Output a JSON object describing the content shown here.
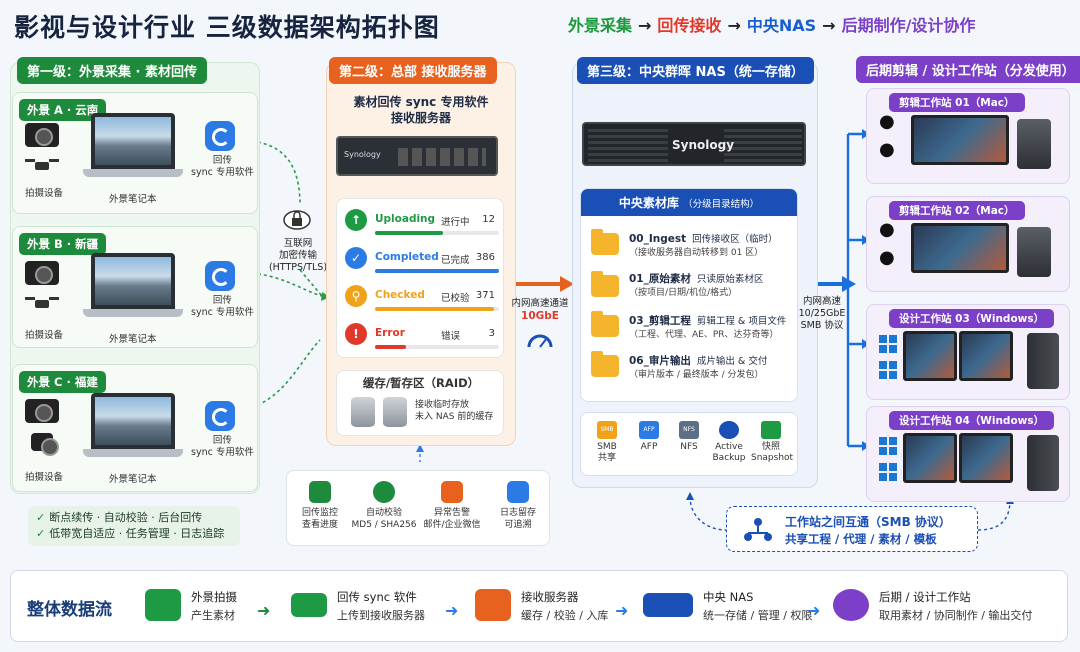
{
  "title": "影视与设计行业 三级数据架构拓扑图",
  "flow_header": [
    "外景采集",
    "回传接收",
    "中央NAS",
    "后期制作/设计协作"
  ],
  "level1": {
    "header": "第一级：外景采集 · 素材回传",
    "sites": [
      {
        "label": "外景 A · 云南",
        "device_caption": "拍摄设备",
        "laptop_caption": "外景笔记本",
        "sync_caption": "回传\nsync 专用软件"
      },
      {
        "label": "外景 B · 新疆",
        "device_caption": "拍摄设备",
        "laptop_caption": "外景笔记本",
        "sync_caption": "回传\nsync 专用软件"
      },
      {
        "label": "外景 C · 福建",
        "device_caption": "拍摄设备",
        "laptop_caption": "外景笔记本",
        "sync_caption": "回传\nsync 专用软件"
      }
    ],
    "features": [
      "断点续传 · 自动校验 · 后台回传",
      "低带宽自适应 · 任务管理 · 日志追踪"
    ]
  },
  "link_internet": {
    "line1": "互联网",
    "line2": "加密传输",
    "line3": "(HTTPS/TLS)"
  },
  "level2": {
    "header": "第二级：总部 接收服务器",
    "subtitle_line1": "素材回传 sync 专用软件",
    "subtitle_line2": "接收服务器",
    "server_brand": "Synology",
    "status": [
      {
        "name": "Uploading",
        "state": "进行中",
        "count": "12",
        "color": "#1e9a45",
        "progress": 0.55
      },
      {
        "name": "Completed",
        "state": "已完成",
        "count": "386",
        "color": "#2c7be5",
        "progress": 1.0
      },
      {
        "name": "Checked",
        "state": "已校验",
        "count": "371",
        "color": "#f0a21b",
        "progress": 0.96
      },
      {
        "name": "Error",
        "state": "错误",
        "count": "3",
        "color": "#e0392b",
        "progress": 0.25
      }
    ],
    "cache_title": "缓存/暂存区（RAID）",
    "cache_desc_line1": "接收临时存放",
    "cache_desc_line2": "未入 NAS 前的缓存",
    "tools": [
      {
        "line1": "回传监控",
        "line2": "查看进度",
        "icon": "monitor-icon",
        "color": "#1e8a3b"
      },
      {
        "line1": "自动校验",
        "line2": "MD5 / SHA256",
        "icon": "check-icon",
        "color": "#1e8a3b"
      },
      {
        "line1": "异常告警",
        "line2": "邮件/企业微信",
        "icon": "alert-icon",
        "color": "#e8621f"
      },
      {
        "line1": "日志留存",
        "line2": "可追溯",
        "icon": "log-icon",
        "color": "#2c7be5"
      }
    ]
  },
  "link_lan": {
    "line1": "内网高速通道",
    "line2": "10GbE"
  },
  "level3": {
    "header": "第三级：中央群晖 NAS（统一存储）",
    "nas_brand": "Synology",
    "repo_title": "中央素材库",
    "repo_subtitle": "（分级目录结构）",
    "folders": [
      {
        "name": "00_Ingest",
        "tag": "回传接收区（临时）",
        "desc": "（接收服务器自动转移到 01 区）"
      },
      {
        "name": "01_原始素材",
        "tag": "只读原始素材区",
        "desc": "（按项目/日期/机位/格式）"
      },
      {
        "name": "03_剪辑工程",
        "tag": "剪辑工程 & 项目文件",
        "desc": "（工程、代理、AE、PR、达芬奇等）"
      },
      {
        "name": "06_审片输出",
        "tag": "成片输出 & 交付",
        "desc": "（审片版本 / 最终版本 / 分发包）"
      }
    ],
    "protocols": [
      {
        "icon_text": "SMB",
        "line1": "SMB",
        "line2": "共享",
        "color": "#f0a21b"
      },
      {
        "icon_text": "AFP",
        "line1": "AFP",
        "line2": "",
        "color": "#2c7be5"
      },
      {
        "icon_text": "NFS",
        "line1": "NFS",
        "line2": "",
        "color": "#5c6f86"
      },
      {
        "icon_text": "",
        "line1": "Active",
        "line2": "Backup",
        "color": "#1a4fb5"
      },
      {
        "icon_text": "",
        "line1": "快照",
        "line2": "Snapshot",
        "color": "#1e9a45"
      }
    ]
  },
  "link_smb": {
    "line1": "内网高速",
    "line2": "10/25GbE",
    "line3": "SMB 协议"
  },
  "level4": {
    "header": "后期剪辑 / 设计工作站（分发使用）",
    "workstations": [
      {
        "title": "剪辑工作站 01（Mac）",
        "os": "mac"
      },
      {
        "title": "剪辑工作站 02（Mac）",
        "os": "mac"
      },
      {
        "title": "设计工作站 03（Windows）",
        "os": "windows"
      },
      {
        "title": "设计工作站 04（Windows）",
        "os": "windows"
      }
    ]
  },
  "collab": {
    "line1": "工作站之间互通（SMB 协议）",
    "line2": "共享工程 / 代理 / 素材 / 模板"
  },
  "overall_flow": {
    "title": "整体数据流",
    "steps": [
      {
        "line1": "外景拍摄",
        "line2": "产生素材",
        "color": "#1e9a45"
      },
      {
        "line1": "回传 sync 软件",
        "line2": "上传到接收服务器",
        "color": "#1e9a45"
      },
      {
        "line1": "接收服务器",
        "line2": "缓存 / 校验 / 入库",
        "color": "#e8621f"
      },
      {
        "line1": "中央 NAS",
        "line2": "统一存储 / 管理 / 权限",
        "color": "#1a4fb5"
      },
      {
        "line1": "后期 / 设计工作站",
        "line2": "取用素材 / 协同制作 / 输出交付",
        "color": "#7b3fc8"
      }
    ]
  }
}
